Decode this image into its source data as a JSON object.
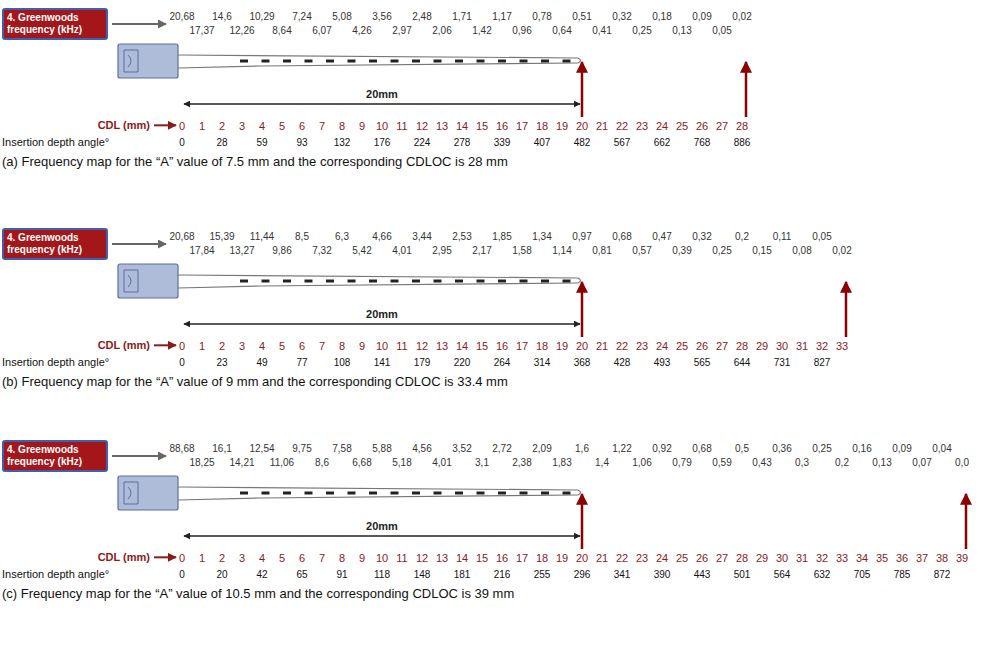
{
  "diagram": {
    "nodes": [
      {
        "text": [
          "4. Greenwoods frequency (kHz)"
        ]
      },
      {
        "text": [
          "4. Greenwoods frequency (kHz)"
        ]
      },
      {
        "text": [
          "4. Greenwoods frequency (kHz)"
        ]
      }
    ],
    "labels": [
      "20,68",
      "14,6",
      "10,29",
      "7,24",
      "5,08",
      "3,56",
      "2,48",
      "1,71",
      "1,17",
      "0,78",
      "0,51",
      "0,32",
      "0,18",
      "0,09",
      "0,02",
      "17,37",
      "12,26",
      "8,64",
      "6,07",
      "4,26",
      "2,97",
      "2,06",
      "1,42",
      "0,96",
      "0,64",
      "0,41",
      "0,25",
      "0,13",
      "0,05",
      "20mm",
      "CDL (mm)",
      "0",
      "1",
      "2",
      "3",
      "4",
      "5",
      "6",
      "7",
      "8",
      "9",
      "10",
      "11",
      "12",
      "13",
      "14",
      "15",
      "16",
      "17",
      "18",
      "19",
      "20",
      "21",
      "22",
      "23",
      "24",
      "25",
      "26",
      "27",
      "28",
      "Insertion depth angle°",
      "0",
      "28",
      "59",
      "93",
      "132",
      "176",
      "224",
      "278",
      "339",
      "407",
      "482",
      "567",
      "662",
      "768",
      "886",
      "(a) Frequency map for the “A” value of 7.5 mm and the corresponding CDLOC is 28 mm",
      "20,68",
      "15,39",
      "11,44",
      "8,5",
      "6,3",
      "4,66",
      "3,44",
      "2,53",
      "1,85",
      "1,34",
      "0,97",
      "0,68",
      "0,47",
      "0,32",
      "0,2",
      "0,11",
      "0,05",
      "17,84",
      "13,27",
      "9,86",
      "7,32",
      "5,42",
      "4,01",
      "2,95",
      "2,17",
      "1,58",
      "1,14",
      "0,81",
      "0,57",
      "0,39",
      "0,25",
      "0,15",
      "0,08",
      "0,02",
      "20mm",
      "CDL (mm)",
      "0",
      "1",
      "2",
      "3",
      "4",
      "5",
      "6",
      "7",
      "8",
      "9",
      "10",
      "11",
      "12",
      "13",
      "14",
      "15",
      "16",
      "17",
      "18",
      "19",
      "20",
      "21",
      "22",
      "23",
      "24",
      "25",
      "26",
      "27",
      "28",
      "29",
      "30",
      "31",
      "32",
      "33",
      "Insertion depth angle°",
      "0",
      "23",
      "49",
      "77",
      "108",
      "141",
      "179",
      "220",
      "264",
      "314",
      "368",
      "428",
      "493",
      "565",
      "644",
      "731",
      "827",
      "(b) Frequency map for the “A” value of 9 mm and the corresponding CDLOC is 33.4 mm",
      "88,68",
      "16,1",
      "12,54",
      "9,75",
      "7,58",
      "5,88",
      "4,56",
      "3,52",
      "2,72",
      "2,09",
      "1,6",
      "1,22",
      "0,92",
      "0,68",
      "0,5",
      "0,36",
      "0,25",
      "0,16",
      "0,09",
      "0,04",
      "18,25",
      "14,21",
      "11,06",
      "8,6",
      "6,68",
      "5,18",
      "4,01",
      "3,1",
      "2,38",
      "1,83",
      "1,4",
      "1,06",
      "0,79",
      "0,59",
      "0,43",
      "0,3",
      "0,2",
      "0,13",
      "0,07",
      "0,0",
      "20mm",
      "CDL (mm)",
      "0",
      "1",
      "2",
      "3",
      "4",
      "5",
      "6",
      "7",
      "8",
      "9",
      "10",
      "11",
      "12",
      "13",
      "14",
      "15",
      "16",
      "17",
      "18",
      "19",
      "20",
      "21",
      "22",
      "23",
      "24",
      "25",
      "26",
      "27",
      "28",
      "29",
      "30",
      "31",
      "32",
      "33",
      "34",
      "35",
      "36",
      "37",
      "38",
      "39",
      "Insertion depth angle°",
      "0",
      "20",
      "42",
      "65",
      "91",
      "118",
      "148",
      "181",
      "216",
      "255",
      "296",
      "341",
      "390",
      "443",
      "501",
      "564",
      "632",
      "705",
      "785",
      "872",
      "(c) Frequency map for the “A” value of 10.5 mm and the corresponding CDLOC is 39 mm"
    ]
  }
}
